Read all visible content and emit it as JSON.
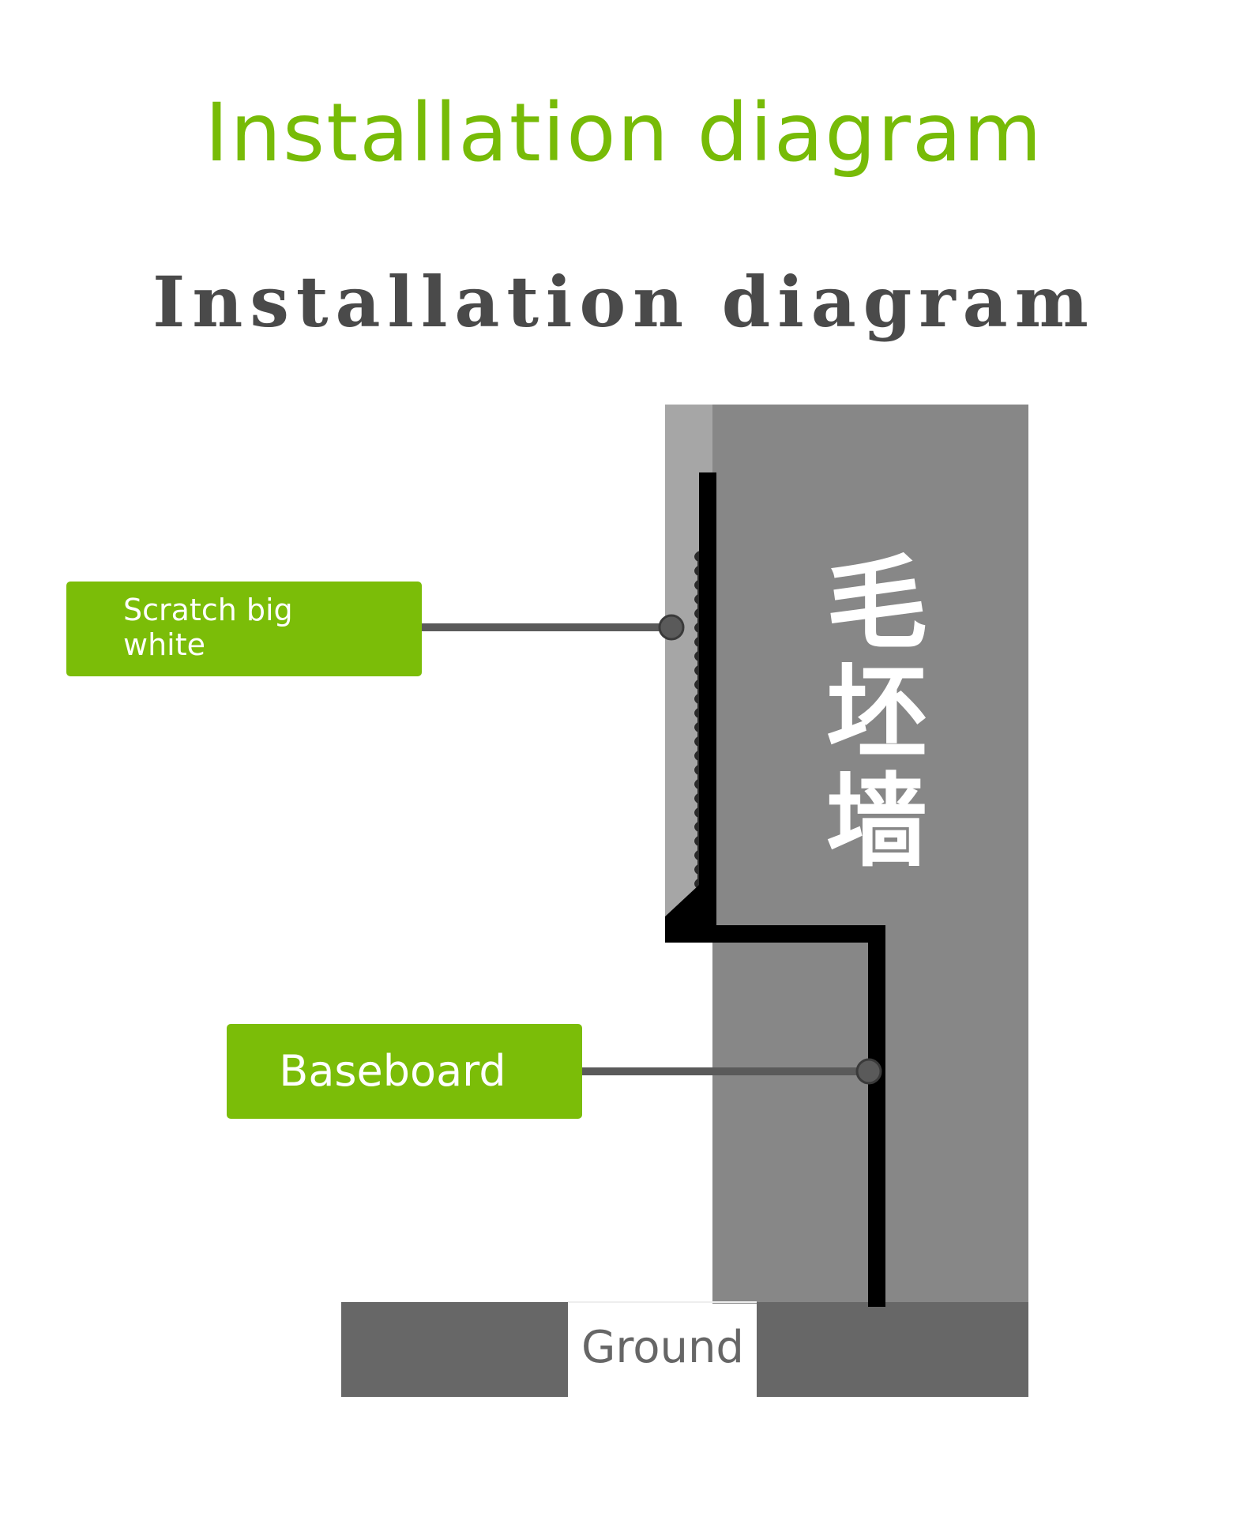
{
  "header": {
    "title_green": "Installation diagram",
    "title_dark": "Installation diagram"
  },
  "callouts": {
    "scratch_big_white": "Scratch big white",
    "baseboard": "Baseboard"
  },
  "labels": {
    "ground": "Ground",
    "wall": "毛坯墙"
  },
  "colors": {
    "accent_green": "#77BB07",
    "callout_fill": "#7BBD08",
    "title_dark": "#4a4a4a",
    "wall_gray": "#878787",
    "plaster_gray": "#a6a6a6",
    "ground_gray": "#676767",
    "line_gray": "#5a5a5a",
    "label_gray": "#666666"
  }
}
